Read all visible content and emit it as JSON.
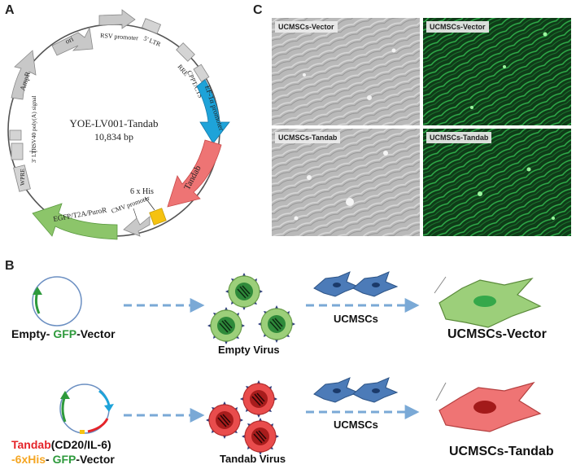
{
  "panels": {
    "a": "A",
    "b": "B",
    "c": "C"
  },
  "plasmid": {
    "name": "YOE-LV001-Tandab",
    "size": "10,834 bp",
    "features": {
      "ori": "ori",
      "rsv": "RSV promoter",
      "ltr5": "5' LTR",
      "rre": "RRE",
      "cppt": "CPPT/CTS",
      "ef1a": "EF-1α promoter",
      "tandab": "Tandab",
      "his": "6 x His",
      "cmv": "CMV promoter",
      "egfp": "EGFP/T2A/PuroR",
      "wpre": "WPRE",
      "ltr3": "3' LTR",
      "sv40": "SV40 poly(A) signal",
      "ampr": "AmpR"
    }
  },
  "micrographs": {
    "vec_bf": "UCMSCs-Vector",
    "vec_gfp": "UCMSCs-Vector",
    "tan_bf": "UCMSCs-Tandab",
    "tan_gfp": "UCMSCs-Tandab"
  },
  "flow": {
    "row1": {
      "label_prefix": "Empty- ",
      "label_gfp": "GFP",
      "label_suffix": "-Vector",
      "virus": "Empty Virus",
      "cells": "UCMSCs",
      "result": "UCMSCs-Vector"
    },
    "row2": {
      "label_tandab": "Tandab",
      "label_rest": "(CD20/IL-6)",
      "label_his": "-6xHis",
      "label_dash": "- ",
      "label_gfp": "GFP",
      "label_suffix": "-Vector",
      "virus": "Tandab Virus",
      "cells": "UCMSCs",
      "result": "UCMSCs-Tandab"
    }
  },
  "colors": {
    "gfp_green": "#2e9a3c",
    "tandab_red": "#e5242a",
    "his_orange": "#f5a623",
    "ef1a_blue": "#1ea3d9",
    "tandab_salmon": "#ee7474",
    "egfp_light_green": "#8cc56a",
    "arrow_blue": "#7aa9d6"
  }
}
